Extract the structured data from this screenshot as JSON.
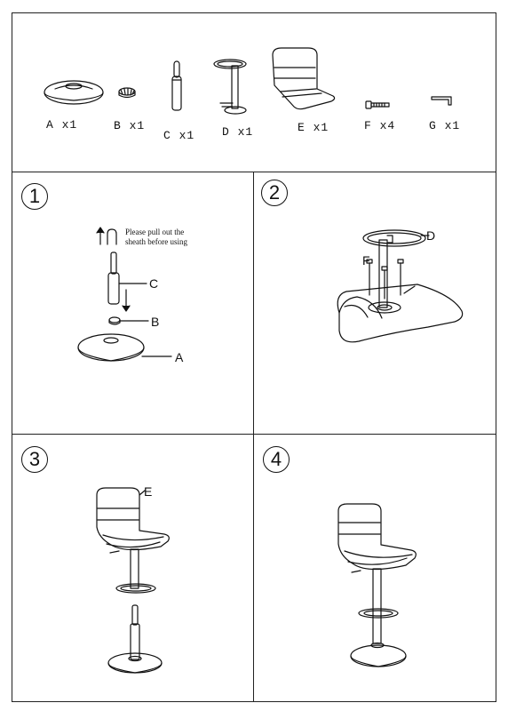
{
  "parts": [
    {
      "id": "part-a",
      "label": "A x1"
    },
    {
      "id": "part-b",
      "label": "B x1"
    },
    {
      "id": "part-c",
      "label": "C x1"
    },
    {
      "id": "part-d",
      "label": "D x1"
    },
    {
      "id": "part-e",
      "label": "E x1"
    },
    {
      "id": "part-f",
      "label": "F x4"
    },
    {
      "id": "part-g",
      "label": "G x1"
    }
  ],
  "steps": [
    "1",
    "2",
    "3",
    "4"
  ],
  "step1": {
    "note_line1": "Please pull out the",
    "note_line2": "sheath before using",
    "callout_c": "C",
    "callout_b": "B",
    "callout_a": "A"
  },
  "step2": {
    "callout_d": "D",
    "callout_f": "F"
  },
  "step3": {
    "callout_e": "E"
  },
  "icons": [
    "gas-lift-cylinder-icon",
    "base-plate-icon",
    "bushing-icon",
    "footrest-icon",
    "seat-icon",
    "screw-icon",
    "allen-key-icon",
    "arrow-up-icon",
    "arrow-down-icon"
  ]
}
